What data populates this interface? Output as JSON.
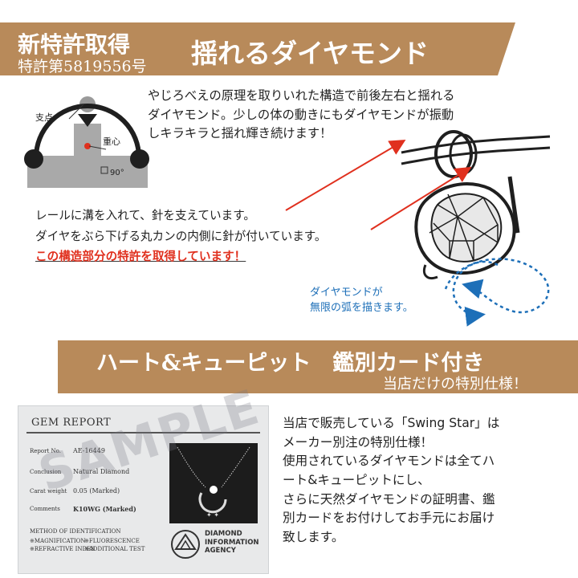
{
  "section1": {
    "title_left": "新特許取得",
    "patent_number": "特許第5819556号",
    "title_right": "揺れるダイヤモンド"
  },
  "intro": {
    "lines": [
      "やじろべえの原理を取りいれた構造で前後左右と揺れる",
      "ダイヤモンド。少しの体の動きにもダイヤモンドが振動",
      "しキラキラと揺れ輝き続けます！"
    ]
  },
  "diagram": {
    "label_fulcrum": "支点",
    "label_center": "重心",
    "label_angle": "90°"
  },
  "rail": {
    "lines": [
      "レールに溝を入れて、針を支えています。",
      "ダイヤをぶら下げる丸カンの内側に針が付いています。"
    ],
    "patent_note": "この構造部分の特許を取得しています！"
  },
  "motion": {
    "lines": [
      "ダイヤモンドが",
      "無限の弧を描きます。"
    ]
  },
  "section2": {
    "title": "ハート&キューピット　鑑別カード付き",
    "subtitle": "当店だけの特別仕様！"
  },
  "report": {
    "heading": "GEM REPORT",
    "rows": [
      {
        "key": "Report No.",
        "value": "AE-16449"
      },
      {
        "key": "Conclusion",
        "value": "Natural Diamond"
      },
      {
        "key": "Carat weight",
        "value": "0.05 (Marked)"
      },
      {
        "key": "Comments",
        "value": "K10WG (Marked)"
      }
    ],
    "method_title": "METHOD OF IDENTIFICATION",
    "methods": [
      "※MAGNIFICATION",
      "※FLUORESCENCE",
      "※REFRACTIVE INDEX",
      "※ADDITIONAL TEST"
    ],
    "agency_lines": [
      "DIAMOND",
      "INFORMATION",
      "AGENCY"
    ],
    "watermark": "SAMPLE"
  },
  "outro": {
    "lines": [
      "当店で販売している「Swing Star」は",
      "メーカー別注の特別仕様！",
      "使用されているダイヤモンドは全てハ",
      "ート&キューピットにし、",
      "さらに天然ダイヤモンドの証明書、鑑",
      "別カードをお付けしてお手元にお届け",
      "致します。"
    ]
  },
  "colors": {
    "banner": "#b88a5a",
    "red": "#e0301e",
    "blue": "#1d6fb8"
  }
}
